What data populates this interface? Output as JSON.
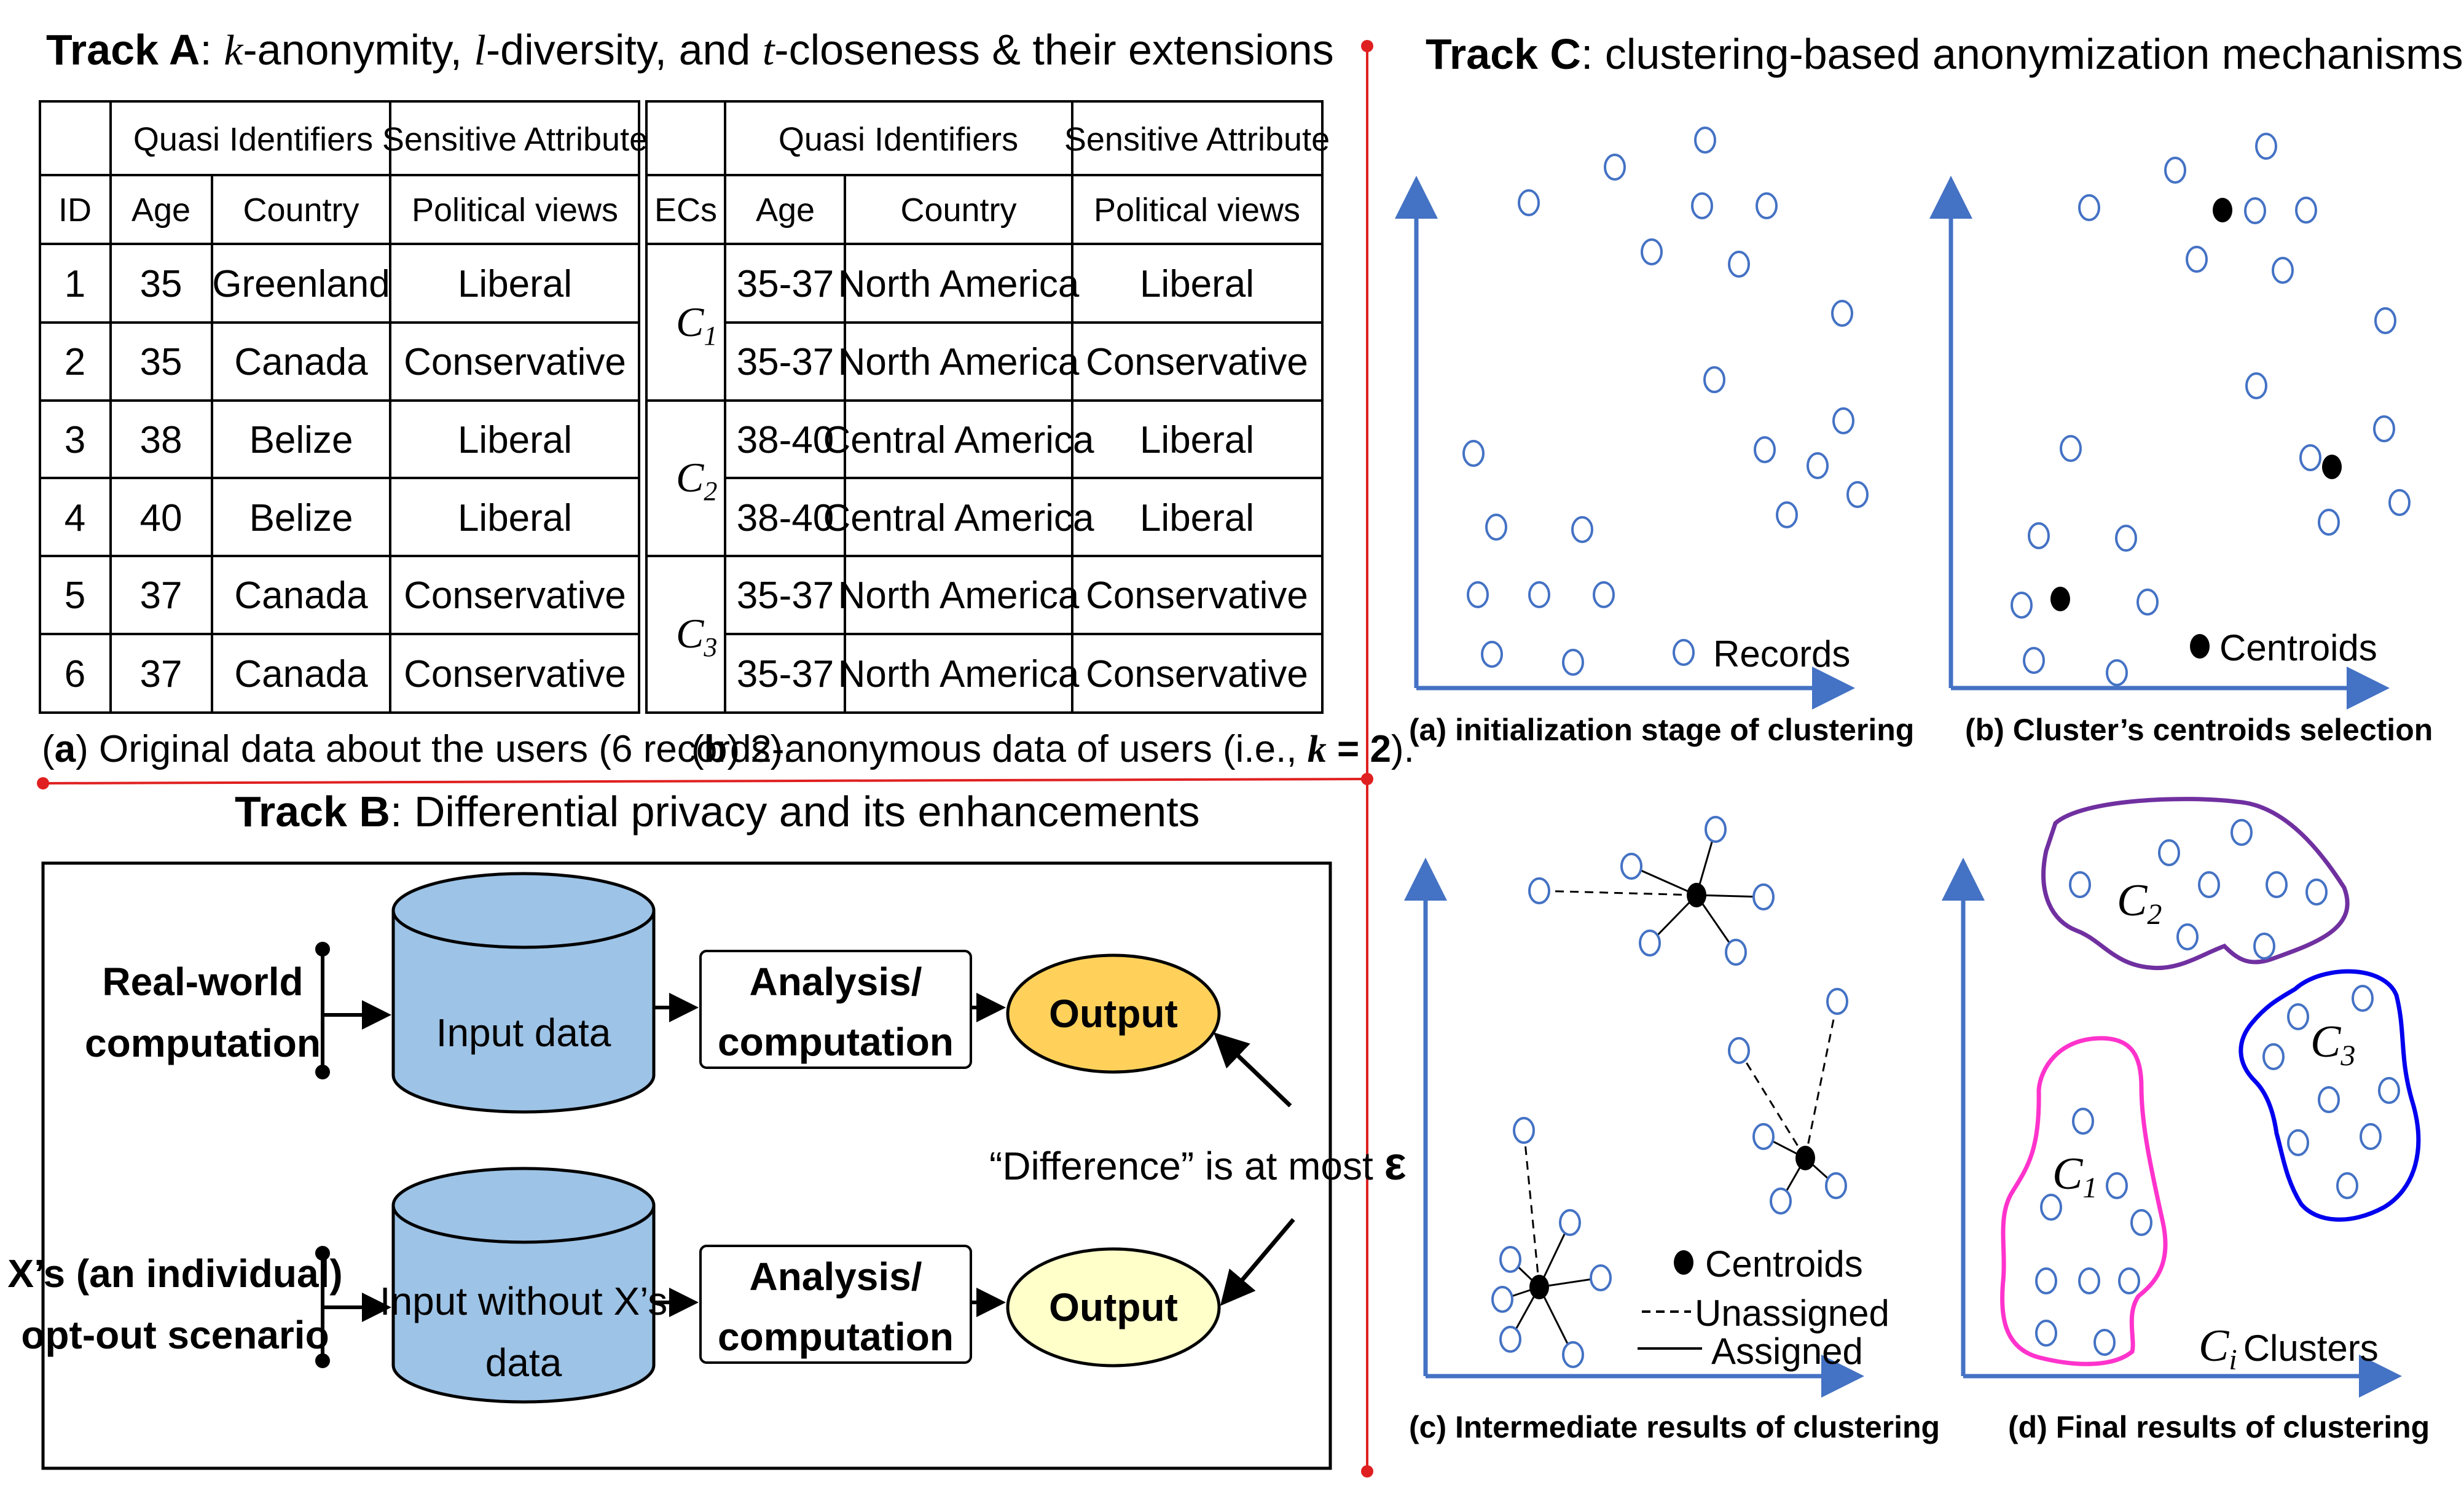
{
  "track_a": {
    "title_bold": "Track A",
    "title_parts": [
      ": ",
      "k",
      "-anonymity, ",
      "l",
      "-diversity, and ",
      "t",
      "-closeness & their extensions"
    ],
    "table_a": {
      "group_headers": [
        "Quasi Identifiers",
        "Sensitive Attribute"
      ],
      "columns": [
        "ID",
        "Age",
        "Country",
        "Political views"
      ],
      "rows": [
        [
          "1",
          "35",
          "Greenland",
          "Liberal"
        ],
        [
          "2",
          "35",
          "Canada",
          "Conservative"
        ],
        [
          "3",
          "38",
          "Belize",
          "Liberal"
        ],
        [
          "4",
          "40",
          "Belize",
          "Liberal"
        ],
        [
          "5",
          "37",
          "Canada",
          "Conservative"
        ],
        [
          "6",
          "37",
          "Canada",
          "Conservative"
        ]
      ],
      "caption_label": "a",
      "caption_text": " Original data about the users (6 records)."
    },
    "table_b": {
      "group_headers": [
        "Quasi Identifiers",
        "Sensitive Attribute"
      ],
      "columns": [
        "ECs",
        "Age",
        "Country",
        "Political views"
      ],
      "ec_labels": [
        {
          "letter": "C",
          "index": "1"
        },
        {
          "letter": "C",
          "index": "2"
        },
        {
          "letter": "C",
          "index": "3"
        }
      ],
      "rows": [
        [
          "35-37",
          "North America",
          "Liberal"
        ],
        [
          "35-37",
          "North America",
          "Conservative"
        ],
        [
          "38-40",
          "Central America",
          "Liberal"
        ],
        [
          "38-40",
          "Central America",
          "Liberal"
        ],
        [
          "35-37",
          "North America",
          "Conservative"
        ],
        [
          "35-37",
          "North America",
          "Conservative"
        ]
      ],
      "caption_label": "b",
      "caption_text": " 2-anonymous data of users (i.e., ",
      "caption_k": "k",
      "caption_eq": " = 2",
      "caption_end": ")."
    }
  },
  "track_b": {
    "title_bold": "Track B",
    "title_rest": ":  Differential privacy and its enhancements",
    "row1": {
      "label_lines": [
        "Real-world",
        "computation"
      ],
      "db_label": "Input data",
      "analysis_lines": [
        "Analysis/",
        "computation"
      ],
      "output_label": "Output"
    },
    "row2": {
      "label_lines": [
        "X’s (an individual)",
        "opt-out scenario"
      ],
      "db_lines": [
        "Input without X’s",
        "data"
      ],
      "analysis_lines": [
        "Analysis/",
        "computation"
      ],
      "output_label": "Output"
    },
    "difference_text": "“Difference” is at most ",
    "epsilon": "ε",
    "colors": {
      "db_fill": "#9dc3e6",
      "output1_fill": "#ffd15b",
      "output2_fill": "#ffffc9"
    }
  },
  "track_c": {
    "title_bold": "Track C",
    "title_rest": ": clustering-based anonymization mechanisms",
    "panels": {
      "a": {
        "caption": "(a) initialization stage of clustering",
        "legend": "Records"
      },
      "b": {
        "caption": "(b) Cluster’s centroids selection",
        "legend": "Centroids"
      },
      "c": {
        "caption": "(c) Intermediate results of clustering",
        "legend": [
          "Centroids",
          "Unassigned",
          "Assigned"
        ]
      },
      "d": {
        "caption": "(d) Final results of clustering",
        "legend_letter": "C",
        "legend_index": "i",
        "legend": "Clusters",
        "clusters": [
          {
            "letter": "C",
            "index": "2",
            "color": "#7030a0"
          },
          {
            "letter": "C",
            "index": "3",
            "color": "#0000ee"
          },
          {
            "letter": "C",
            "index": "1",
            "color": "#ff33cc"
          }
        ]
      }
    },
    "axis_color": "#4472c4",
    "point_color": "#4472c4",
    "divider_color": "#e02020"
  }
}
